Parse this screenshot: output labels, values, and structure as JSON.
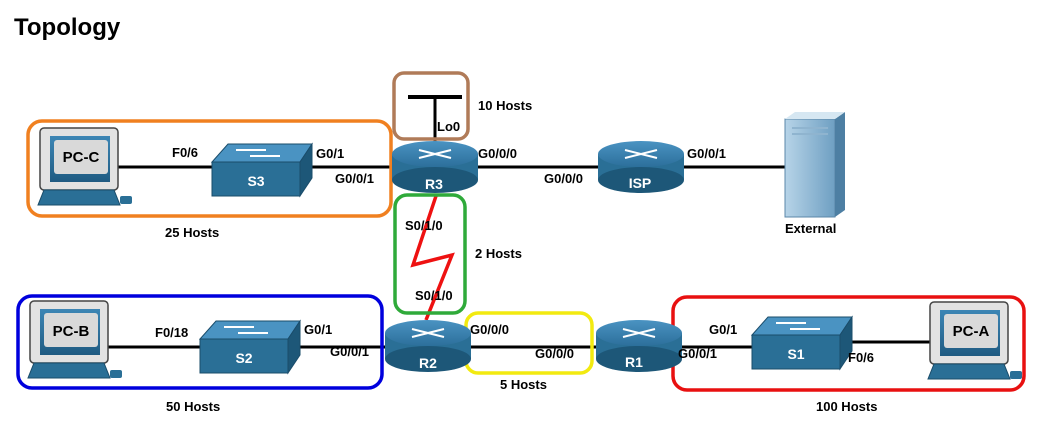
{
  "title": "Topology",
  "colors": {
    "orange": "#f08020",
    "brown": "#b07b58",
    "green": "#2faa3a",
    "blue": "#0000dd",
    "yellow": "#f2ea10",
    "red": "#e81010",
    "link": "#000000",
    "serial": "#ee1111",
    "device_blue": "#2a6f96"
  },
  "devices": {
    "pc_c": "PC-C",
    "pc_b": "PC-B",
    "pc_a": "PC-A",
    "s3": "S3",
    "s2": "S2",
    "s1": "S1",
    "r3": "R3",
    "r2": "R2",
    "r1": "R1",
    "isp": "ISP",
    "external": "External"
  },
  "interfaces": {
    "pcc_f0_6": "F0/6",
    "s3_g0_1": "G0/1",
    "r3_g0_0_1": "G0/0/1",
    "r3_g0_0_0": "G0/0/0",
    "isp_g0_0_0": "G0/0/0",
    "isp_g0_0_1": "G0/0/1",
    "r3_lo0": "Lo0",
    "r3_s0_1_0": "S0/1/0",
    "r2_s0_1_0": "S0/1/0",
    "pcb_f0_18": "F0/18",
    "s2_g0_1": "G0/1",
    "r2_g0_0_1": "G0/0/1",
    "r2_g0_0_0": "G0/0/0",
    "r1_g0_0_0": "G0/0/0",
    "s1_g0_1": "G0/1",
    "r1_g0_0_1": "G0/0/1",
    "pca_f0_6": "F0/6"
  },
  "hosts": {
    "lo0": "10 Hosts",
    "pc_c_lan": "25 Hosts",
    "serial": "2 Hosts",
    "pc_b_lan": "50 Hosts",
    "r2_r1": "5 Hosts",
    "pc_a_lan": "100 Hosts"
  }
}
